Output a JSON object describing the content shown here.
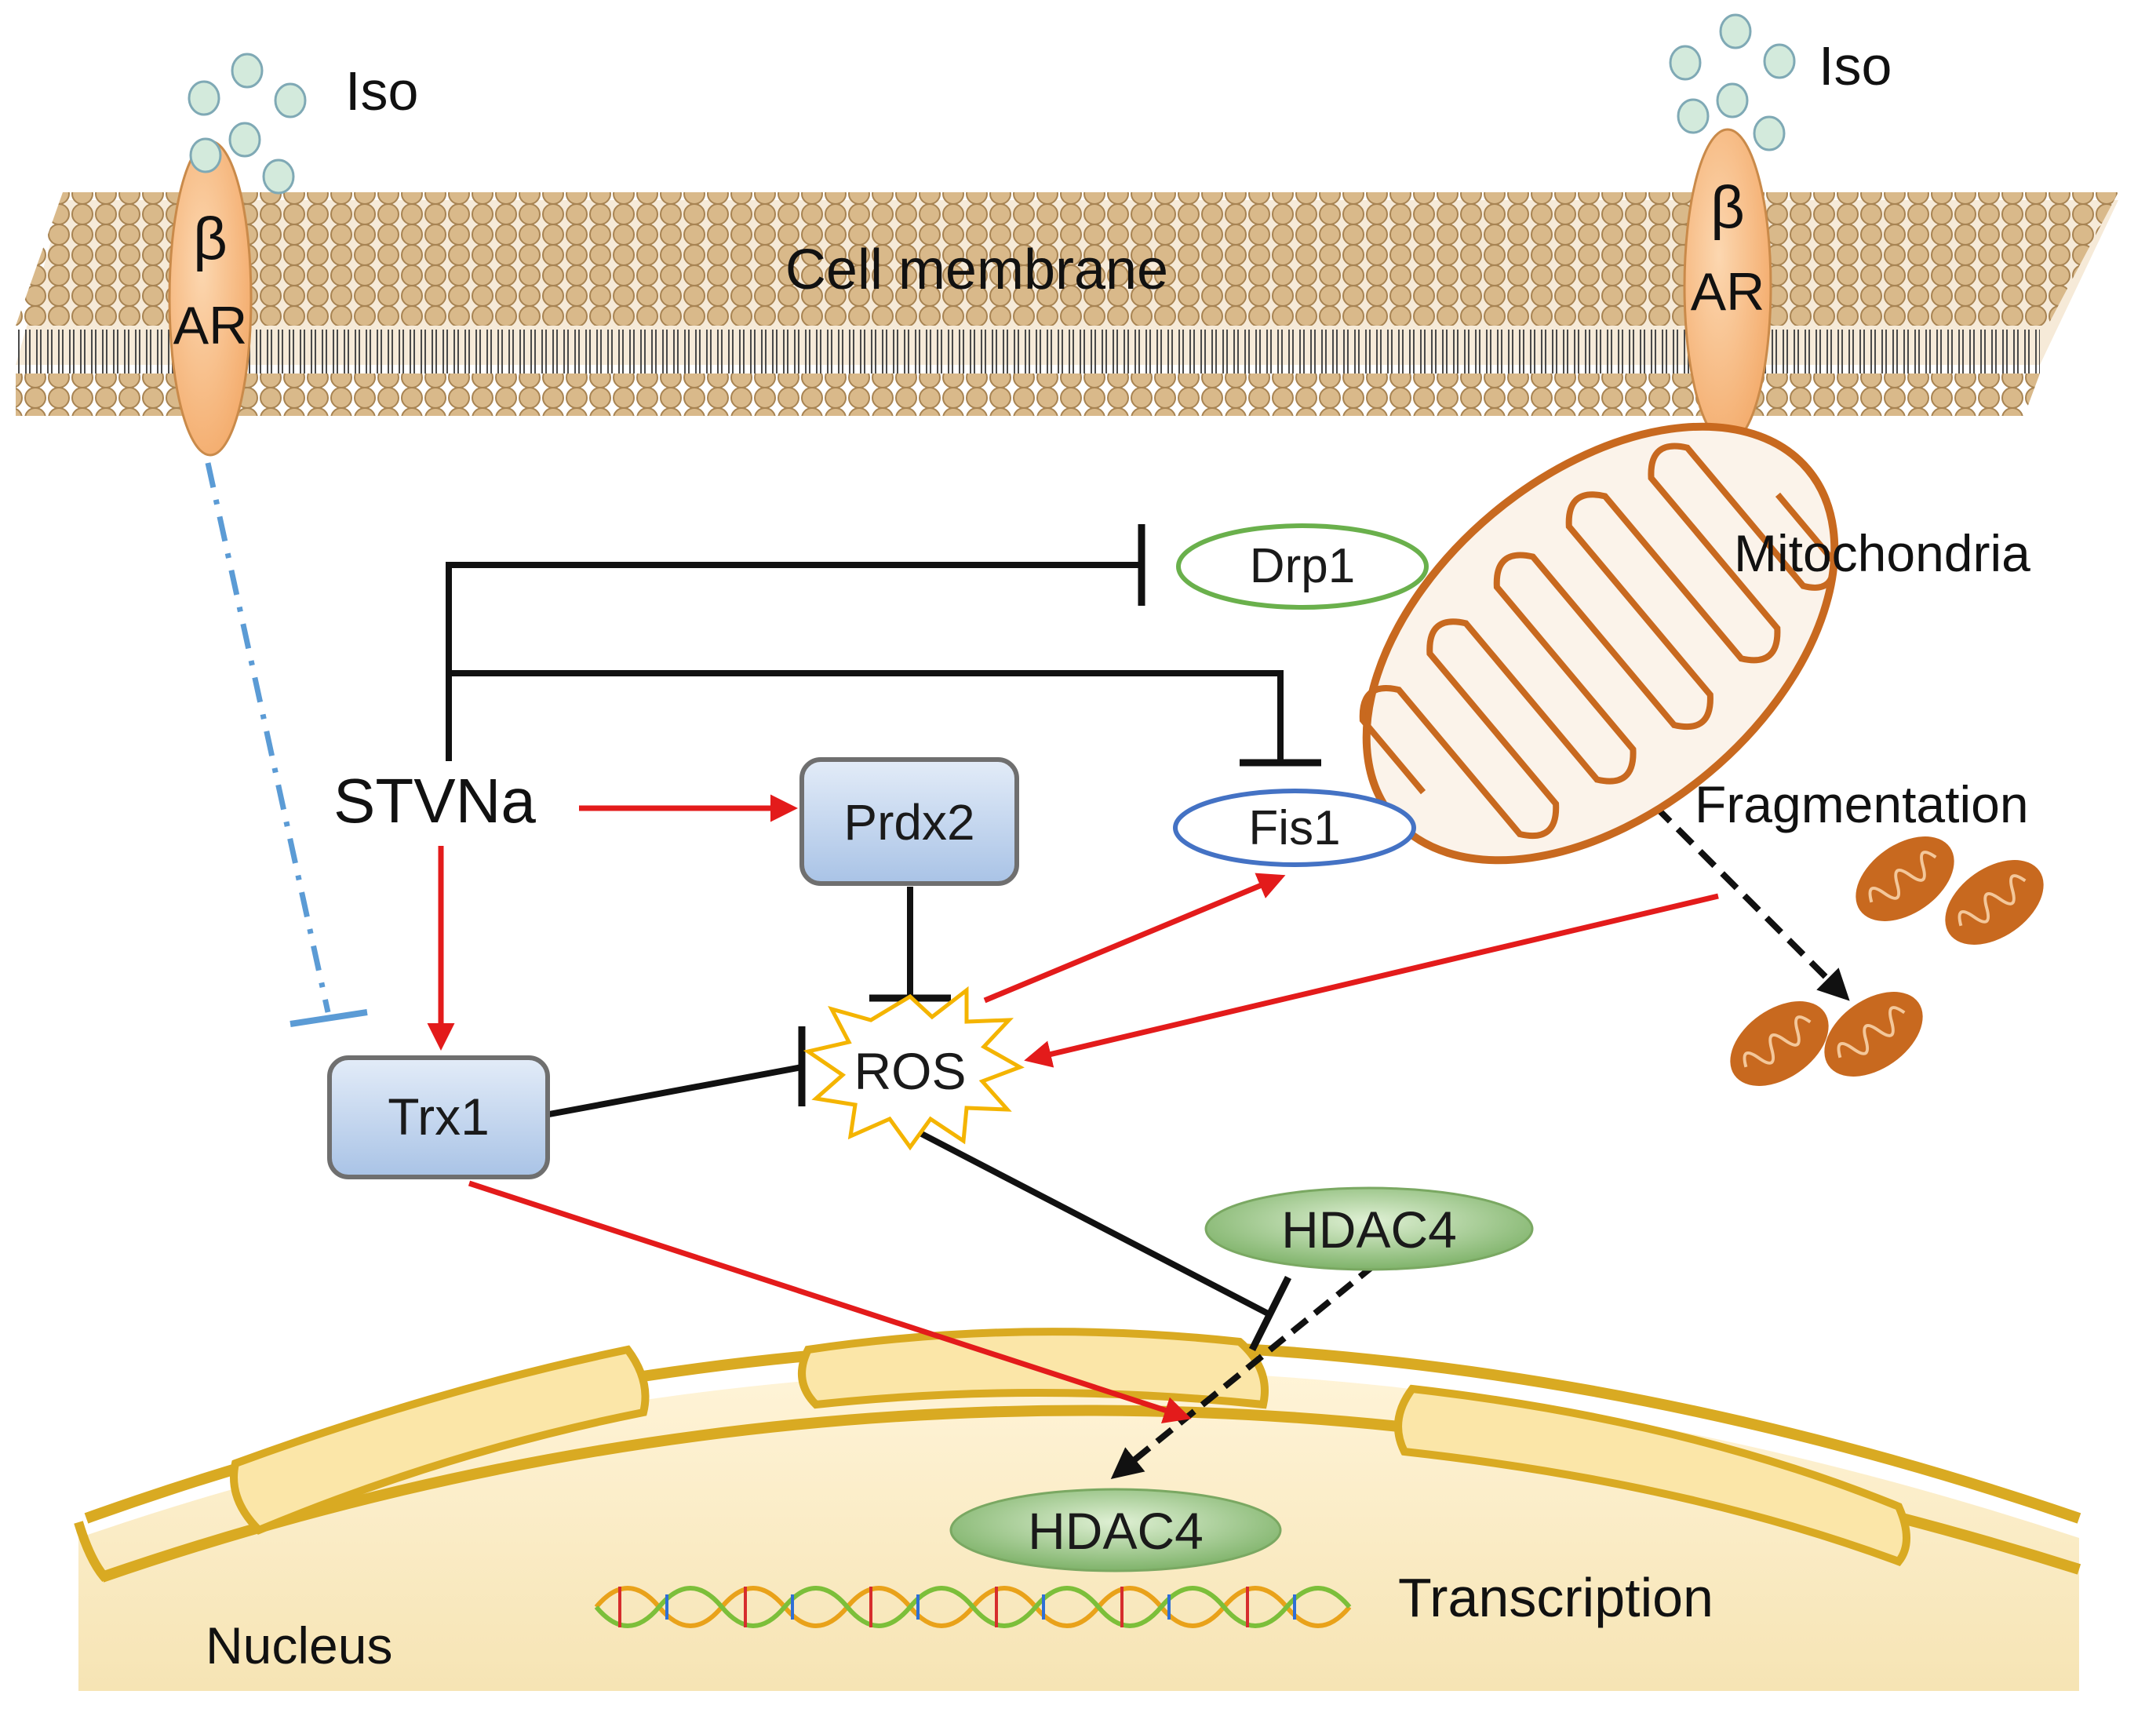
{
  "labels": {
    "iso_left": "Iso",
    "iso_right": "Iso",
    "receptor_left_top": "β",
    "receptor_left_bottom": "AR",
    "receptor_right_top": "β",
    "receptor_right_bottom": "AR",
    "cell_membrane": "Cell membrane",
    "drp1": "Drp1",
    "mitochondria": "Mitochondria",
    "stvna": "STVNa",
    "prdx2": "Prdx2",
    "fis1": "Fis1",
    "fragmentation": "Fragmentation",
    "ros": "ROS",
    "trx1": "Trx1",
    "hdac4_cytoplasm": "HDAC4",
    "hdac4_nucleus": "HDAC4",
    "transcription": "Transcription",
    "nucleus": "Nucleus"
  },
  "colors": {
    "activation": "#e31b1b",
    "inhibition": "#111111",
    "receptor_inhibition": "#5b9bd5",
    "membrane": "#d9b98a",
    "receptor": "#f7c08c",
    "iso_ligand": "#cfe8d8",
    "mitochondria": "#c8691f",
    "node_box": "#c9daf0",
    "hdac4": "#8fc07a",
    "drp1_border": "#6ab04c",
    "fis1_border": "#4472c4",
    "ros_burst": "#f4b400",
    "nucleus_fill": "#fbeecb",
    "nuclear_envelope": "#d9aa22"
  }
}
